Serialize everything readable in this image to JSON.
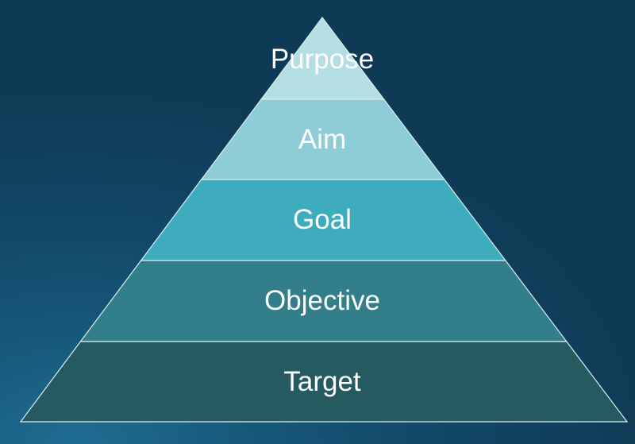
{
  "pyramid": {
    "tiers": [
      {
        "label": "Purpose",
        "color": "#b5dde4"
      },
      {
        "label": "Aim",
        "color": "#8ecdd8"
      },
      {
        "label": "Goal",
        "color": "#3eacbc"
      },
      {
        "label": "Objective",
        "color": "#327e8a"
      },
      {
        "label": "Target",
        "color": "#245a60"
      }
    ]
  }
}
